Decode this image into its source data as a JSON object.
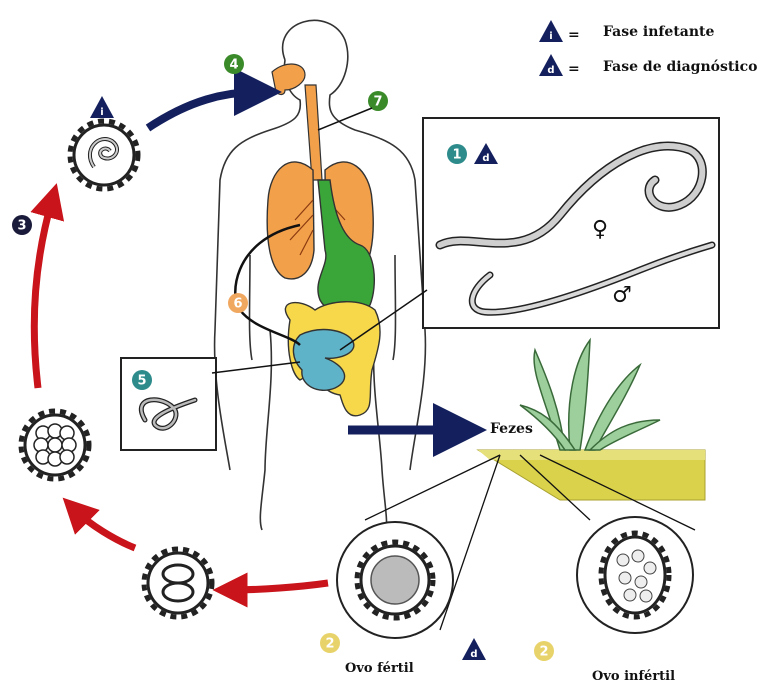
{
  "legend": {
    "infective": {
      "symbol": "i",
      "text": "Fase infetante"
    },
    "diagnostic": {
      "symbol": "d",
      "text": "Fase de diagnóstico"
    }
  },
  "labels": {
    "feces": "Fezes",
    "fertile_egg": "Ovo fértil",
    "infertile_egg": "Ovo infértil",
    "female_symbol": "♀",
    "male_symbol": "♂"
  },
  "steps": [
    {
      "number": "1",
      "color": "#2e8b8b"
    },
    {
      "number": "2",
      "color": "#e8d36a"
    },
    {
      "number": "3",
      "color": "#1a1a3a"
    },
    {
      "number": "4",
      "color": "#3a8a2a"
    },
    {
      "number": "5",
      "color": "#2e8b8b"
    },
    {
      "number": "6",
      "color": "#f0a860"
    },
    {
      "number": "7",
      "color": "#3a8a2a"
    }
  ],
  "colors": {
    "lung": "#f3a04a",
    "stomach": "#3aa63a",
    "large_intestine": "#f6d84a",
    "small_intestine": "#5fb3c8",
    "arrow_blue": "#14205e",
    "arrow_red": "#c8141a",
    "soil": "#d9d24a",
    "grass": "#6a9a6a"
  }
}
